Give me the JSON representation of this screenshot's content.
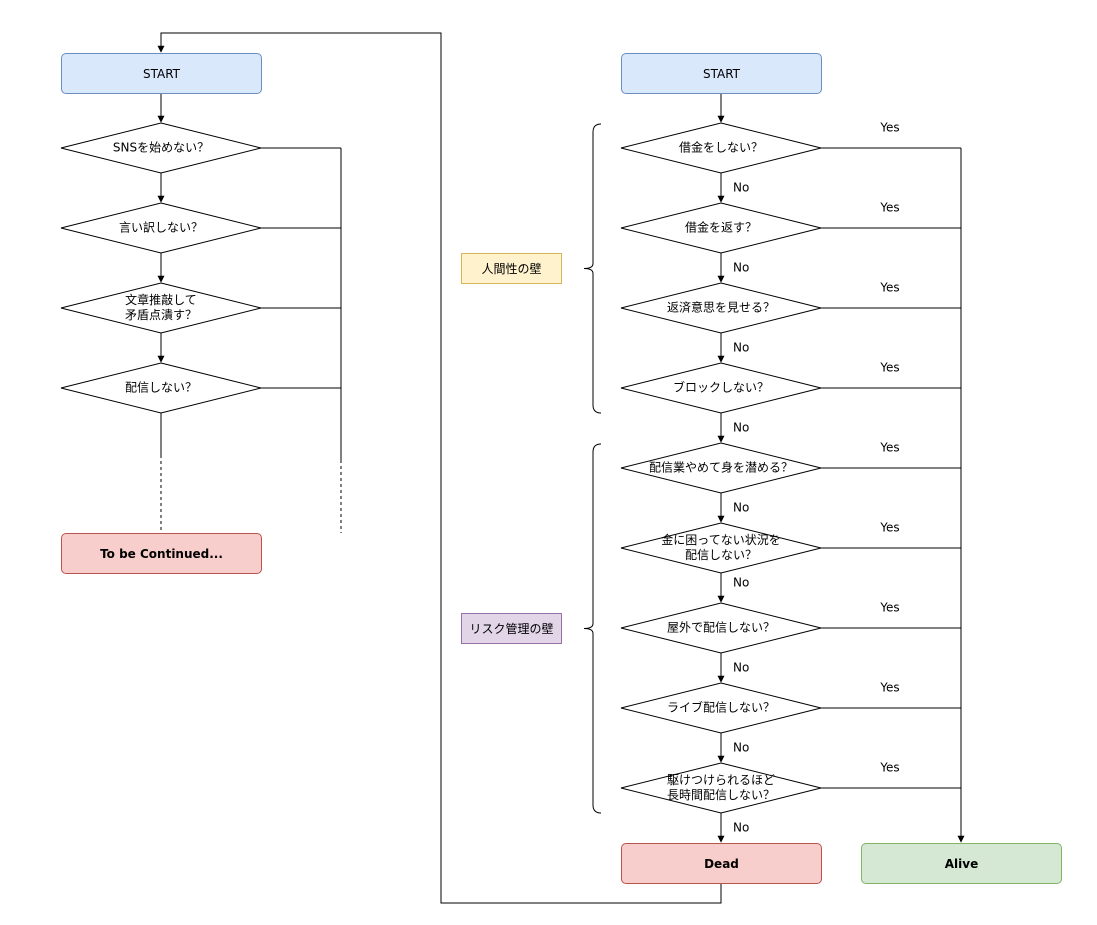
{
  "left": {
    "start": "START",
    "decisions": [
      "SNSを始めない？",
      "言い訳しない？",
      "文章推敲して\n矛盾点潰す？",
      "配信しない？"
    ],
    "end": "To be Continued..."
  },
  "right": {
    "start": "START",
    "decisions": [
      "借金をしない？",
      "借金を返す？",
      "返済意思を見せる？",
      "ブロックしない？",
      "配信業やめて身を潜める？",
      "金に困ってない状況を\n配信しない？",
      "屋外で配信しない？",
      "ライブ配信しない？",
      "駆けつけられるほど\n長時間配信しない？"
    ],
    "yes_label": "Yes",
    "no_label": "No",
    "dead": "Dead",
    "alive": "Alive"
  },
  "groups": {
    "humanity_wall": "人間性の壁",
    "risk_wall": "リスク管理の壁"
  },
  "colors": {
    "start_fill": "#dae8fc",
    "dead_fill": "#f8cecc",
    "alive_fill": "#d5e8d4",
    "humanity_fill": "#fff2cc",
    "risk_fill": "#e1d5e7"
  }
}
